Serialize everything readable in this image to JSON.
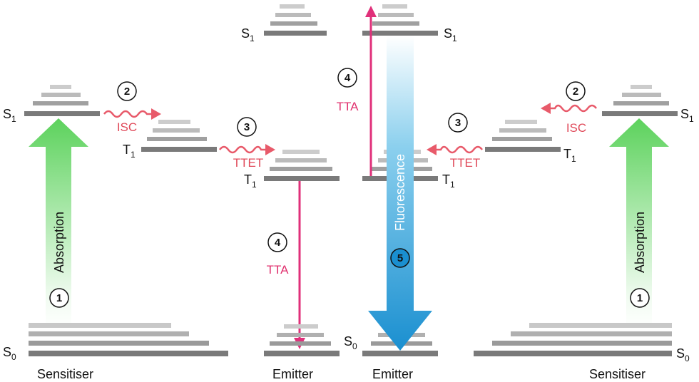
{
  "labels": {
    "s1": "S",
    "t1": "T",
    "s0": "S",
    "sub_1": "1",
    "sub_0": "0",
    "sensitiser": "Sensitiser",
    "emitter": "Emitter",
    "absorption": "Absorption",
    "fluorescence": "Fluorescence",
    "isc": "ISC",
    "ttet": "TTET",
    "tta": "TTA"
  },
  "steps": {
    "absorption": "1",
    "isc": "2",
    "ttet": "3",
    "tta": "4",
    "fluorescence": "5"
  },
  "colors": {
    "level_dark": "#7a7a7a",
    "level_mid": "#9a9a9a",
    "level_light": "#c4c4c4",
    "absorption_green": "#5cd25c",
    "fluorescence_blue": "#1e90d0",
    "tta_magenta": "#e0307a",
    "isc_red": "#e85a6a"
  }
}
